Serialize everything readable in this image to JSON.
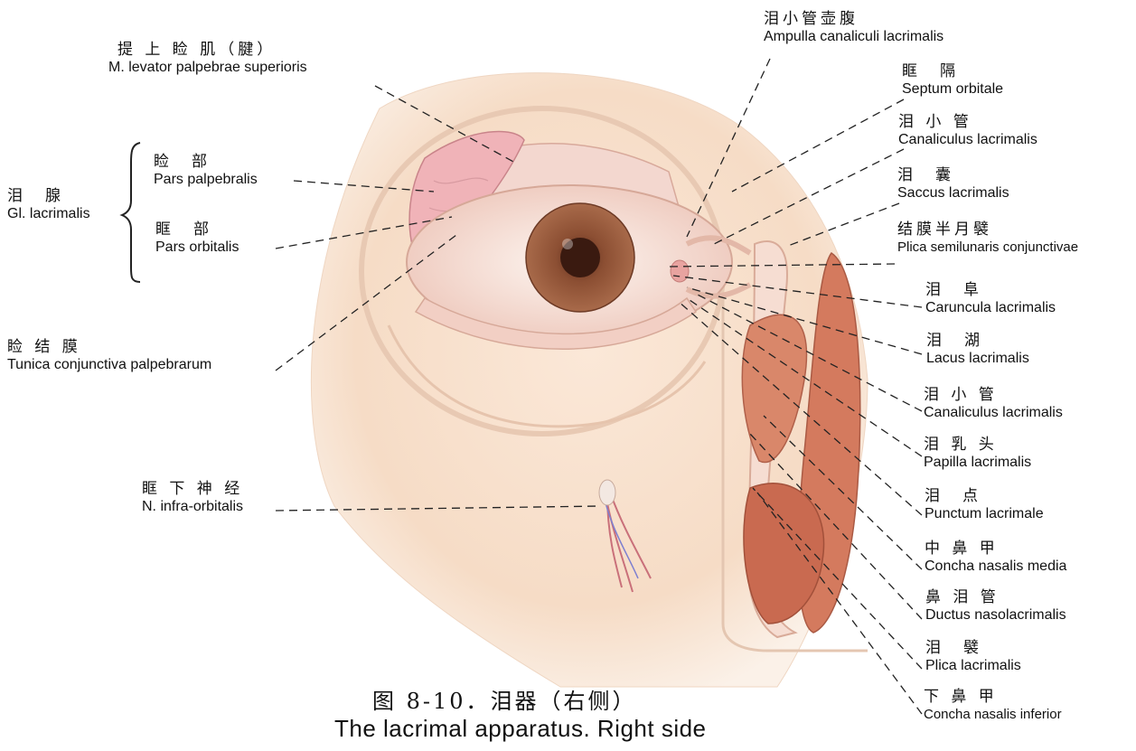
{
  "labels": {
    "ampulla": {
      "cn": "泪小管壶腹",
      "la": "Ampulla canaliculi lacrimalis"
    },
    "septum": {
      "cn": "眶　隔",
      "la": "Septum orbitale"
    },
    "canaliculus_upper": {
      "cn": "泪 小 管",
      "la": "Canaliculus lacrimalis"
    },
    "saccus": {
      "cn": "泪　囊",
      "la": "Saccus lacrimalis"
    },
    "plica_semilunaris": {
      "cn": "结膜半月襞",
      "la": "Plica semilunaris conjunctivae"
    },
    "caruncula": {
      "cn": "泪　阜",
      "la": "Caruncula lacrimalis"
    },
    "lacus": {
      "cn": "泪　湖",
      "la": "Lacus lacrimalis"
    },
    "canaliculus_lower": {
      "cn": "泪 小 管",
      "la": "Canaliculus lacrimalis"
    },
    "papilla": {
      "cn": "泪 乳 头",
      "la": "Papilla lacrimalis"
    },
    "punctum": {
      "cn": "泪　点",
      "la": "Punctum lacrimale"
    },
    "concha_media": {
      "cn": "中 鼻 甲",
      "la": "Concha nasalis media"
    },
    "ductus": {
      "cn": "鼻 泪 管",
      "la": "Ductus nasolacrimalis"
    },
    "plica_lacrimalis": {
      "cn": "泪　襞",
      "la": "Plica lacrimalis"
    },
    "concha_inferior": {
      "cn": "下 鼻 甲",
      "la": "Concha nasalis inferior"
    },
    "levator": {
      "cn": "提 上 睑 肌（腱）",
      "la": "M. levator palpebrae superioris"
    },
    "gland": {
      "cn": "泪　腺",
      "la": "Gl. lacrimalis"
    },
    "pars_palpebralis": {
      "cn": "睑　部",
      "la": "Pars palpebralis"
    },
    "pars_orbitalis": {
      "cn": "眶　部",
      "la": "Pars orbitalis"
    },
    "tunica": {
      "cn": "睑 结 膜",
      "la": "Tunica conjunctiva palpebrarum"
    },
    "infraorbital": {
      "cn": "眶 下 神 经",
      "la": "N. infra-orbitalis"
    }
  },
  "caption": {
    "cn": "图 8-10．泪器（右侧）",
    "en": "The lacrimal apparatus. Right side"
  }
}
